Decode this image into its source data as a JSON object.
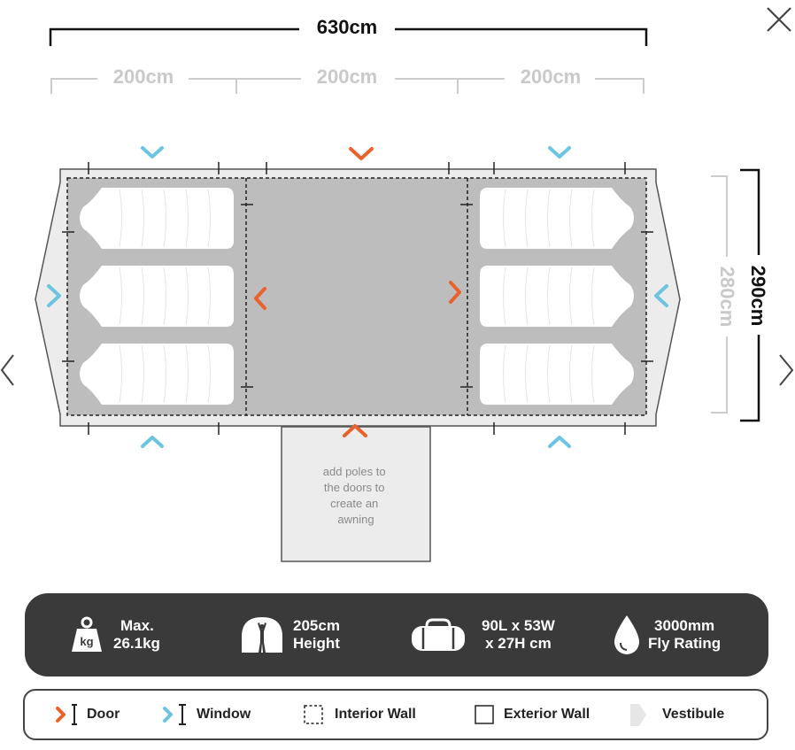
{
  "dimensions": {
    "total_length": "630cm",
    "section_widths": [
      "200cm",
      "200cm",
      "200cm"
    ],
    "total_width": "290cm",
    "inner_width": "280cm"
  },
  "awning_note": [
    "add poles to",
    "the doors to",
    "create an",
    "awning"
  ],
  "specs": [
    {
      "icon": "weight-icon",
      "icon_text": "kg",
      "line1": "Max.",
      "line2": "26.1kg"
    },
    {
      "icon": "height-icon",
      "line1": "205cm",
      "line2": "Height"
    },
    {
      "icon": "bag-icon",
      "line1": "90L x 53W",
      "line2": "x 27H cm"
    },
    {
      "icon": "water-drop-icon",
      "line1": "3000mm",
      "line2": "Fly Rating"
    }
  ],
  "legend": [
    {
      "icon": "door-icon",
      "label": "Door"
    },
    {
      "icon": "window-icon",
      "label": "Window"
    },
    {
      "icon": "interior-wall-icon",
      "label": "Interior Wall"
    },
    {
      "icon": "exterior-wall-icon",
      "label": "Exterior Wall"
    },
    {
      "icon": "vestibule-icon",
      "label": "Vestibule"
    }
  ],
  "colors": {
    "door": "#e8632b",
    "window": "#6cc4e0",
    "floor": "#bdbdbd",
    "vestibule": "#ececec",
    "spec_bar": "#3a3a3a"
  },
  "navigation": {
    "close": "close-icon",
    "previous": "chevron-left-icon",
    "next": "chevron-right-icon"
  }
}
